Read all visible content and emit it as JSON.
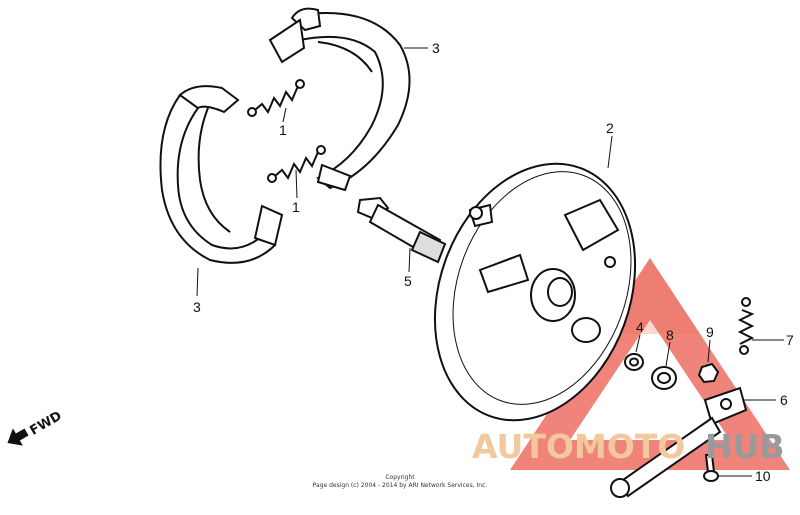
{
  "diagram": {
    "callouts": [
      {
        "id": "shoe-top",
        "label": "3"
      },
      {
        "id": "spring-upper",
        "label": "1"
      },
      {
        "id": "spring-lower",
        "label": "1"
      },
      {
        "id": "shoe-left",
        "label": "3"
      },
      {
        "id": "brake-cam",
        "label": "5"
      },
      {
        "id": "brake-panel",
        "label": "2"
      },
      {
        "id": "washer-small",
        "label": "4"
      },
      {
        "id": "washer-large",
        "label": "8"
      },
      {
        "id": "nut",
        "label": "9"
      },
      {
        "id": "return-spring",
        "label": "7"
      },
      {
        "id": "brake-arm",
        "label": "6"
      },
      {
        "id": "bolt",
        "label": "10"
      }
    ],
    "fwd_label": "FWD"
  },
  "watermark": {
    "text_a": "AUTOMOTO",
    "text_b": "HUB",
    "color_a": "#f2c99e",
    "color_b": "#9a9a9a",
    "triangle_color": "#e84b3c"
  },
  "copyright": {
    "line1": "Copyright",
    "line2": "Page design (c) 2004 - 2014 by ARI Network Services, Inc."
  }
}
